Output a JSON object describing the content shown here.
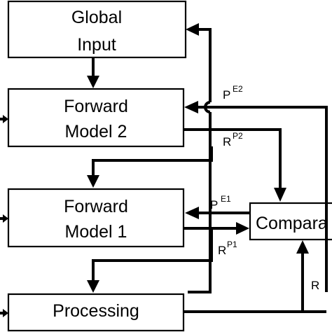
{
  "boxes": {
    "global_input": {
      "line1": "Global",
      "line2": "Input"
    },
    "forward_model_2": {
      "line1": "Forward",
      "line2": "Model 2"
    },
    "forward_model_1": {
      "line1": "Forward",
      "line2": "Model 1"
    },
    "comparator": {
      "label": "Compara"
    },
    "processing": {
      "label": "Processing"
    }
  },
  "signals": {
    "pe2": {
      "base": "P",
      "sup": "E2"
    },
    "rp2": {
      "base": "R",
      "sup": "P2"
    },
    "pe1": {
      "base": "P",
      "sup": "E1"
    },
    "rp1": {
      "base": "R",
      "sup": "P1"
    },
    "r": {
      "base": "R"
    }
  }
}
